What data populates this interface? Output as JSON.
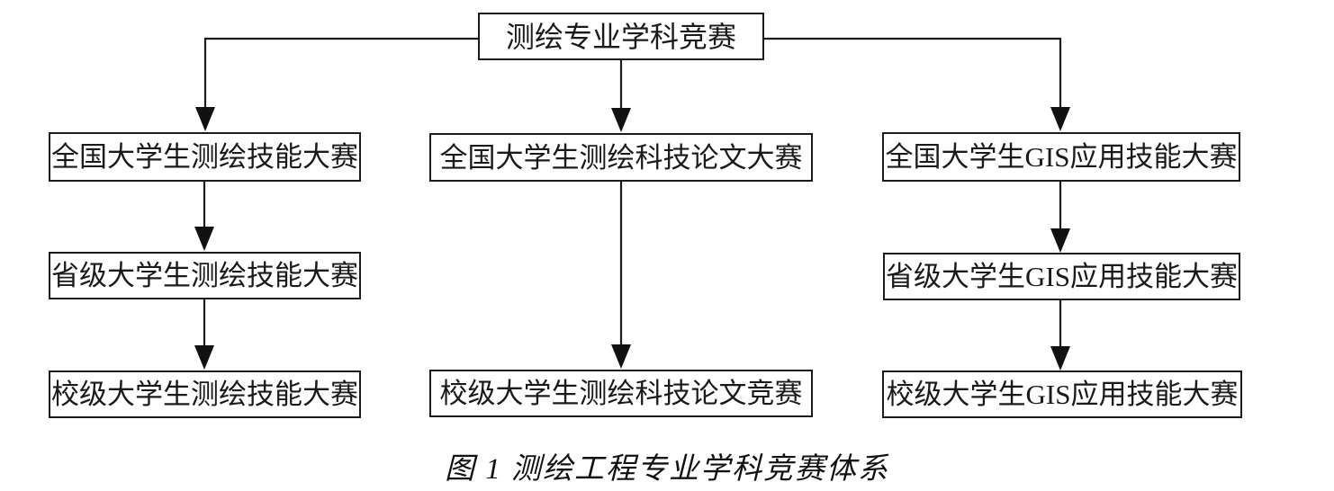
{
  "diagram": {
    "root": {
      "label": "测绘专业学科竞赛"
    },
    "columns": {
      "left": [
        {
          "label": "全国大学生测绘技能大赛"
        },
        {
          "label": "省级大学生测绘技能大赛"
        },
        {
          "label": "校级大学生测绘技能大赛"
        }
      ],
      "middle": [
        {
          "label": "全国大学生测绘科技论文大赛"
        },
        {
          "label": "校级大学生测绘科技论文竞赛"
        }
      ],
      "right": [
        {
          "label": "全国大学生GIS应用技能大赛"
        },
        {
          "label": "省级大学生GIS应用技能大赛"
        },
        {
          "label": "校级大学生GIS应用技能大赛"
        }
      ]
    },
    "caption": "图 1 测绘工程专业学科竞赛体系",
    "colors": {
      "line": "#1c1c1c",
      "text": "#1a1a1a",
      "background": "#ffffff"
    }
  }
}
